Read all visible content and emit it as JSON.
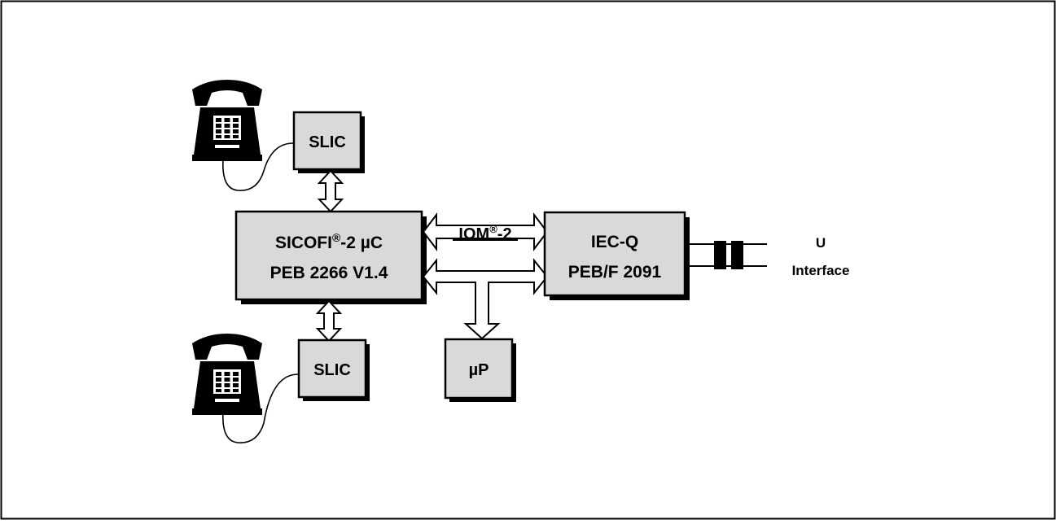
{
  "blocks": {
    "slic_top": {
      "label": "SLIC"
    },
    "sicofi": {
      "name": "SICOFI",
      "reg": "®",
      "suffix": "-2 µC",
      "line2": "PEB 2266 V1.4"
    },
    "iecq": {
      "line1": "IEC-Q",
      "line2": "PEB/F 2091"
    },
    "slic_bottom": {
      "label": "SLIC"
    },
    "up": {
      "label": "µP"
    }
  },
  "bus": {
    "name": "IOM",
    "reg": "®",
    "suffix": "-2"
  },
  "u_interface": {
    "line1": "U",
    "line2": "Interface"
  },
  "icons": {
    "phone_top": "telephone-icon",
    "phone_bottom": "telephone-icon",
    "transformer": "transformer-icon"
  }
}
